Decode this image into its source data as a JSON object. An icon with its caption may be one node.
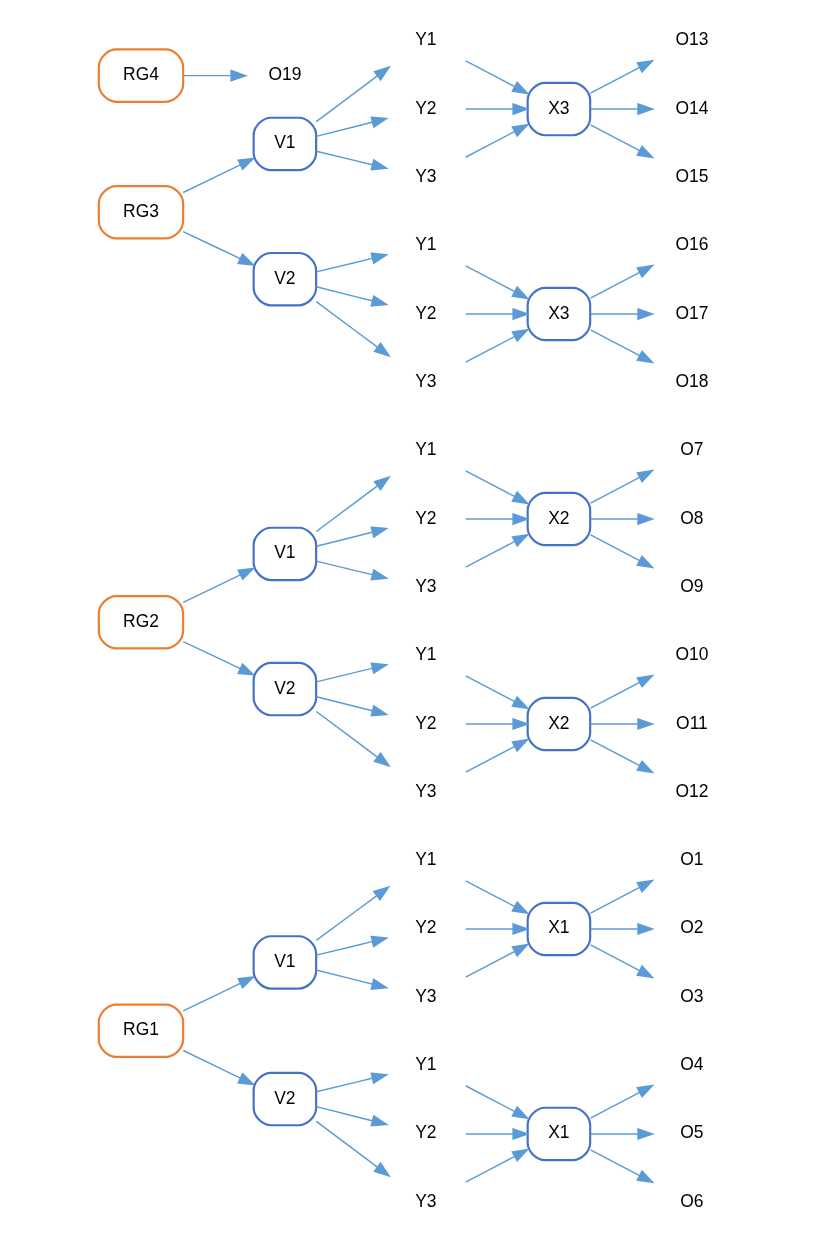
{
  "diagram": {
    "nodes": [
      {
        "text": [
          "RG1"
        ]
      },
      {
        "text": [
          "V1"
        ]
      },
      {
        "text": [
          "Y1"
        ]
      },
      {
        "text": [
          "Y2"
        ]
      },
      {
        "text": [
          "Y3"
        ]
      },
      {
        "text": [
          "X1"
        ]
      },
      {
        "text": [
          "O1"
        ]
      },
      {
        "text": [
          "O2"
        ]
      },
      {
        "text": [
          "O3"
        ]
      },
      {
        "text": [
          "V2"
        ]
      },
      {
        "text": [
          "Y1"
        ]
      },
      {
        "text": [
          "Y2"
        ]
      },
      {
        "text": [
          "Y3"
        ]
      },
      {
        "text": [
          "X1"
        ]
      },
      {
        "text": [
          "O4"
        ]
      },
      {
        "text": [
          "O5"
        ]
      },
      {
        "text": [
          "O6"
        ]
      },
      {
        "text": [
          "RG2"
        ]
      },
      {
        "text": [
          "V1"
        ]
      },
      {
        "text": [
          "Y1"
        ]
      },
      {
        "text": [
          "Y2"
        ]
      },
      {
        "text": [
          "Y3"
        ]
      },
      {
        "text": [
          "X2"
        ]
      },
      {
        "text": [
          "O7"
        ]
      },
      {
        "text": [
          "O8"
        ]
      },
      {
        "text": [
          "O9"
        ]
      },
      {
        "text": [
          "V2"
        ]
      },
      {
        "text": [
          "Y1"
        ]
      },
      {
        "text": [
          "Y2"
        ]
      },
      {
        "text": [
          "Y3"
        ]
      },
      {
        "text": [
          "X2"
        ]
      },
      {
        "text": [
          "O10"
        ]
      },
      {
        "text": [
          "O11"
        ]
      },
      {
        "text": [
          "O12"
        ]
      },
      {
        "text": [
          "RG3"
        ]
      },
      {
        "text": [
          "V1"
        ]
      },
      {
        "text": [
          "Y1"
        ]
      },
      {
        "text": [
          "Y2"
        ]
      },
      {
        "text": [
          "Y3"
        ]
      },
      {
        "text": [
          "X3"
        ]
      },
      {
        "text": [
          "O13"
        ]
      },
      {
        "text": [
          "O14"
        ]
      },
      {
        "text": [
          "O15"
        ]
      },
      {
        "text": [
          "V2"
        ]
      },
      {
        "text": [
          "Y1"
        ]
      },
      {
        "text": [
          "Y2"
        ]
      },
      {
        "text": [
          "Y3"
        ]
      },
      {
        "text": [
          "X3"
        ]
      },
      {
        "text": [
          "O16"
        ]
      },
      {
        "text": [
          "O17"
        ]
      },
      {
        "text": [
          "O18"
        ]
      },
      {
        "text": [
          "RG4"
        ]
      },
      {
        "text": [
          "O19"
        ]
      }
    ],
    "edges": [
      {
        "from": 0,
        "to": 1,
        "arrow": "to"
      },
      {
        "from": 0,
        "to": 9,
        "arrow": "to"
      },
      {
        "from": 1,
        "to": 2,
        "arrow": "to"
      },
      {
        "from": 1,
        "to": 3,
        "arrow": "to"
      },
      {
        "from": 1,
        "to": 4,
        "arrow": "to"
      },
      {
        "from": 2,
        "to": 5,
        "arrow": "to"
      },
      {
        "from": 3,
        "to": 5,
        "arrow": "to"
      },
      {
        "from": 4,
        "to": 5,
        "arrow": "to"
      },
      {
        "from": 5,
        "to": 6,
        "arrow": "to"
      },
      {
        "from": 5,
        "to": 7,
        "arrow": "to"
      },
      {
        "from": 5,
        "to": 8,
        "arrow": "to"
      },
      {
        "from": 9,
        "to": 10,
        "arrow": "to"
      },
      {
        "from": 9,
        "to": 11,
        "arrow": "to"
      },
      {
        "from": 9,
        "to": 12,
        "arrow": "to"
      },
      {
        "from": 10,
        "to": 13,
        "arrow": "to"
      },
      {
        "from": 11,
        "to": 13,
        "arrow": "to"
      },
      {
        "from": 12,
        "to": 13,
        "arrow": "to"
      },
      {
        "from": 13,
        "to": 14,
        "arrow": "to"
      },
      {
        "from": 13,
        "to": 15,
        "arrow": "to"
      },
      {
        "from": 13,
        "to": 16,
        "arrow": "to"
      },
      {
        "from": 17,
        "to": 18,
        "arrow": "to"
      },
      {
        "from": 17,
        "to": 26,
        "arrow": "to"
      },
      {
        "from": 18,
        "to": 19,
        "arrow": "to"
      },
      {
        "from": 18,
        "to": 20,
        "arrow": "to"
      },
      {
        "from": 18,
        "to": 21,
        "arrow": "to"
      },
      {
        "from": 19,
        "to": 22,
        "arrow": "to"
      },
      {
        "from": 20,
        "to": 22,
        "arrow": "to"
      },
      {
        "from": 21,
        "to": 22,
        "arrow": "to"
      },
      {
        "from": 22,
        "to": 23,
        "arrow": "to"
      },
      {
        "from": 22,
        "to": 24,
        "arrow": "to"
      },
      {
        "from": 22,
        "to": 25,
        "arrow": "to"
      },
      {
        "from": 26,
        "to": 27,
        "arrow": "to"
      },
      {
        "from": 26,
        "to": 28,
        "arrow": "to"
      },
      {
        "from": 26,
        "to": 29,
        "arrow": "to"
      },
      {
        "from": 27,
        "to": 30,
        "arrow": "to"
      },
      {
        "from": 28,
        "to": 30,
        "arrow": "to"
      },
      {
        "from": 29,
        "to": 30,
        "arrow": "to"
      },
      {
        "from": 30,
        "to": 31,
        "arrow": "to"
      },
      {
        "from": 30,
        "to": 32,
        "arrow": "to"
      },
      {
        "from": 30,
        "to": 33,
        "arrow": "to"
      },
      {
        "from": 34,
        "to": 35,
        "arrow": "to"
      },
      {
        "from": 34,
        "to": 43,
        "arrow": "to"
      },
      {
        "from": 35,
        "to": 36,
        "arrow": "to"
      },
      {
        "from": 35,
        "to": 37,
        "arrow": "to"
      },
      {
        "from": 35,
        "to": 38,
        "arrow": "to"
      },
      {
        "from": 36,
        "to": 39,
        "arrow": "to"
      },
      {
        "from": 37,
        "to": 39,
        "arrow": "to"
      },
      {
        "from": 38,
        "to": 39,
        "arrow": "to"
      },
      {
        "from": 39,
        "to": 40,
        "arrow": "to"
      },
      {
        "from": 39,
        "to": 41,
        "arrow": "to"
      },
      {
        "from": 39,
        "to": 42,
        "arrow": "to"
      },
      {
        "from": 43,
        "to": 44,
        "arrow": "to"
      },
      {
        "from": 43,
        "to": 45,
        "arrow": "to"
      },
      {
        "from": 43,
        "to": 46,
        "arrow": "to"
      },
      {
        "from": 44,
        "to": 47,
        "arrow": "to"
      },
      {
        "from": 45,
        "to": 47,
        "arrow": "to"
      },
      {
        "from": 46,
        "to": 47,
        "arrow": "to"
      },
      {
        "from": 47,
        "to": 48,
        "arrow": "to"
      },
      {
        "from": 47,
        "to": 49,
        "arrow": "to"
      },
      {
        "from": 47,
        "to": 50,
        "arrow": "to"
      },
      {
        "from": 51,
        "to": 52,
        "arrow": "to"
      }
    ]
  }
}
